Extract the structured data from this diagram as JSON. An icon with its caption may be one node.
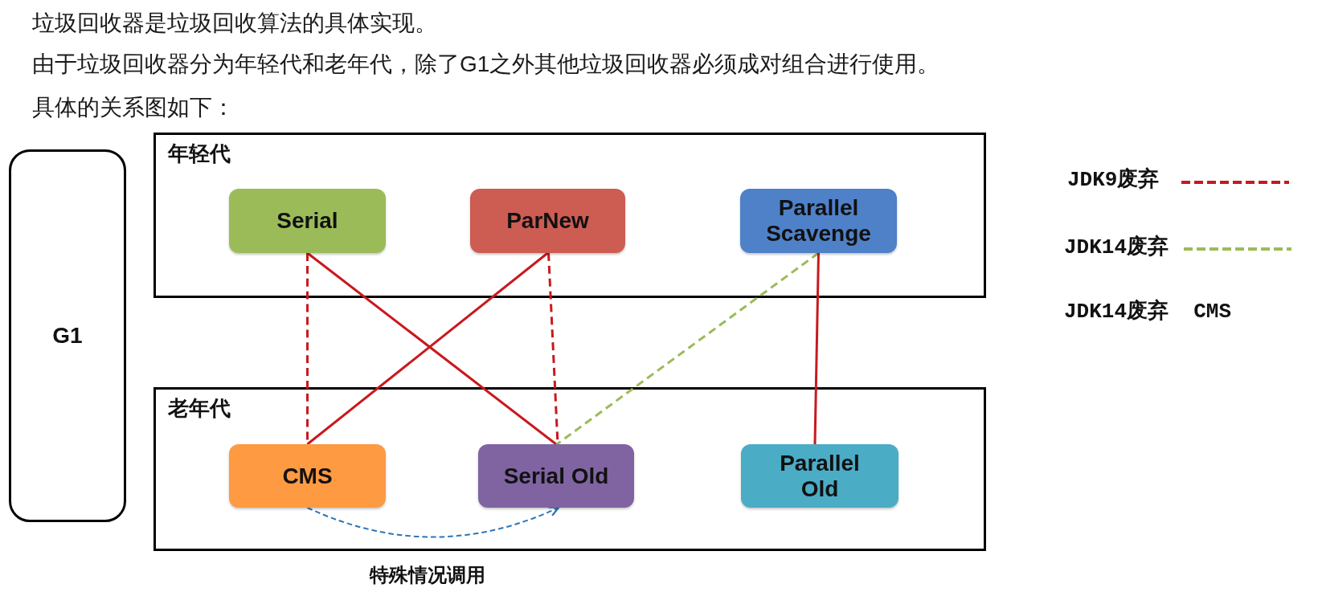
{
  "diagram": {
    "nodes": [
      {
        "text": [
          "G1"
        ]
      },
      {
        "text": [
          "年轻代"
        ]
      },
      {
        "text": [
          "Serial"
        ],
        "in": 1
      },
      {
        "text": [
          "ParNew"
        ],
        "in": 1
      },
      {
        "text": [
          "Parallel Scavenge"
        ],
        "in": 1
      },
      {
        "text": [
          "老年代"
        ]
      },
      {
        "text": [
          "CMS"
        ],
        "in": 5
      },
      {
        "text": [
          "Serial Old"
        ],
        "in": 5
      },
      {
        "text": [
          "Parallel Old"
        ],
        "in": 5
      }
    ],
    "edges": [
      {
        "from": 2,
        "to": 6,
        "arrow": "none",
        "style": "dashed"
      },
      {
        "from": 2,
        "to": 7,
        "arrow": "none"
      },
      {
        "from": 3,
        "to": 6,
        "arrow": "none"
      },
      {
        "from": 3,
        "to": 7,
        "arrow": "none",
        "style": "dashed"
      },
      {
        "from": 4,
        "to": 7,
        "arrow": "none",
        "style": "dashed",
        "color": "#9bbb59"
      },
      {
        "from": 4,
        "to": 8,
        "arrow": "none"
      },
      {
        "from": 6,
        "to": 7,
        "arrow": "to",
        "style": "dashed",
        "color": "#2e75b6",
        "label": "特殊情况调用"
      }
    ],
    "labels": [
      "垃圾回收器是垃圾回收算法的具体实现。",
      "由于垃圾回收器分为年轻代和老年代，除了G1之外其他垃圾回收器必须成对组合进行使用。",
      "具体的关系图如下：",
      "JDK14废弃  CMS"
    ],
    "legend": [
      {
        "text": "JDK9废弃"
      },
      {
        "text": "JDK14废弃"
      }
    ]
  }
}
